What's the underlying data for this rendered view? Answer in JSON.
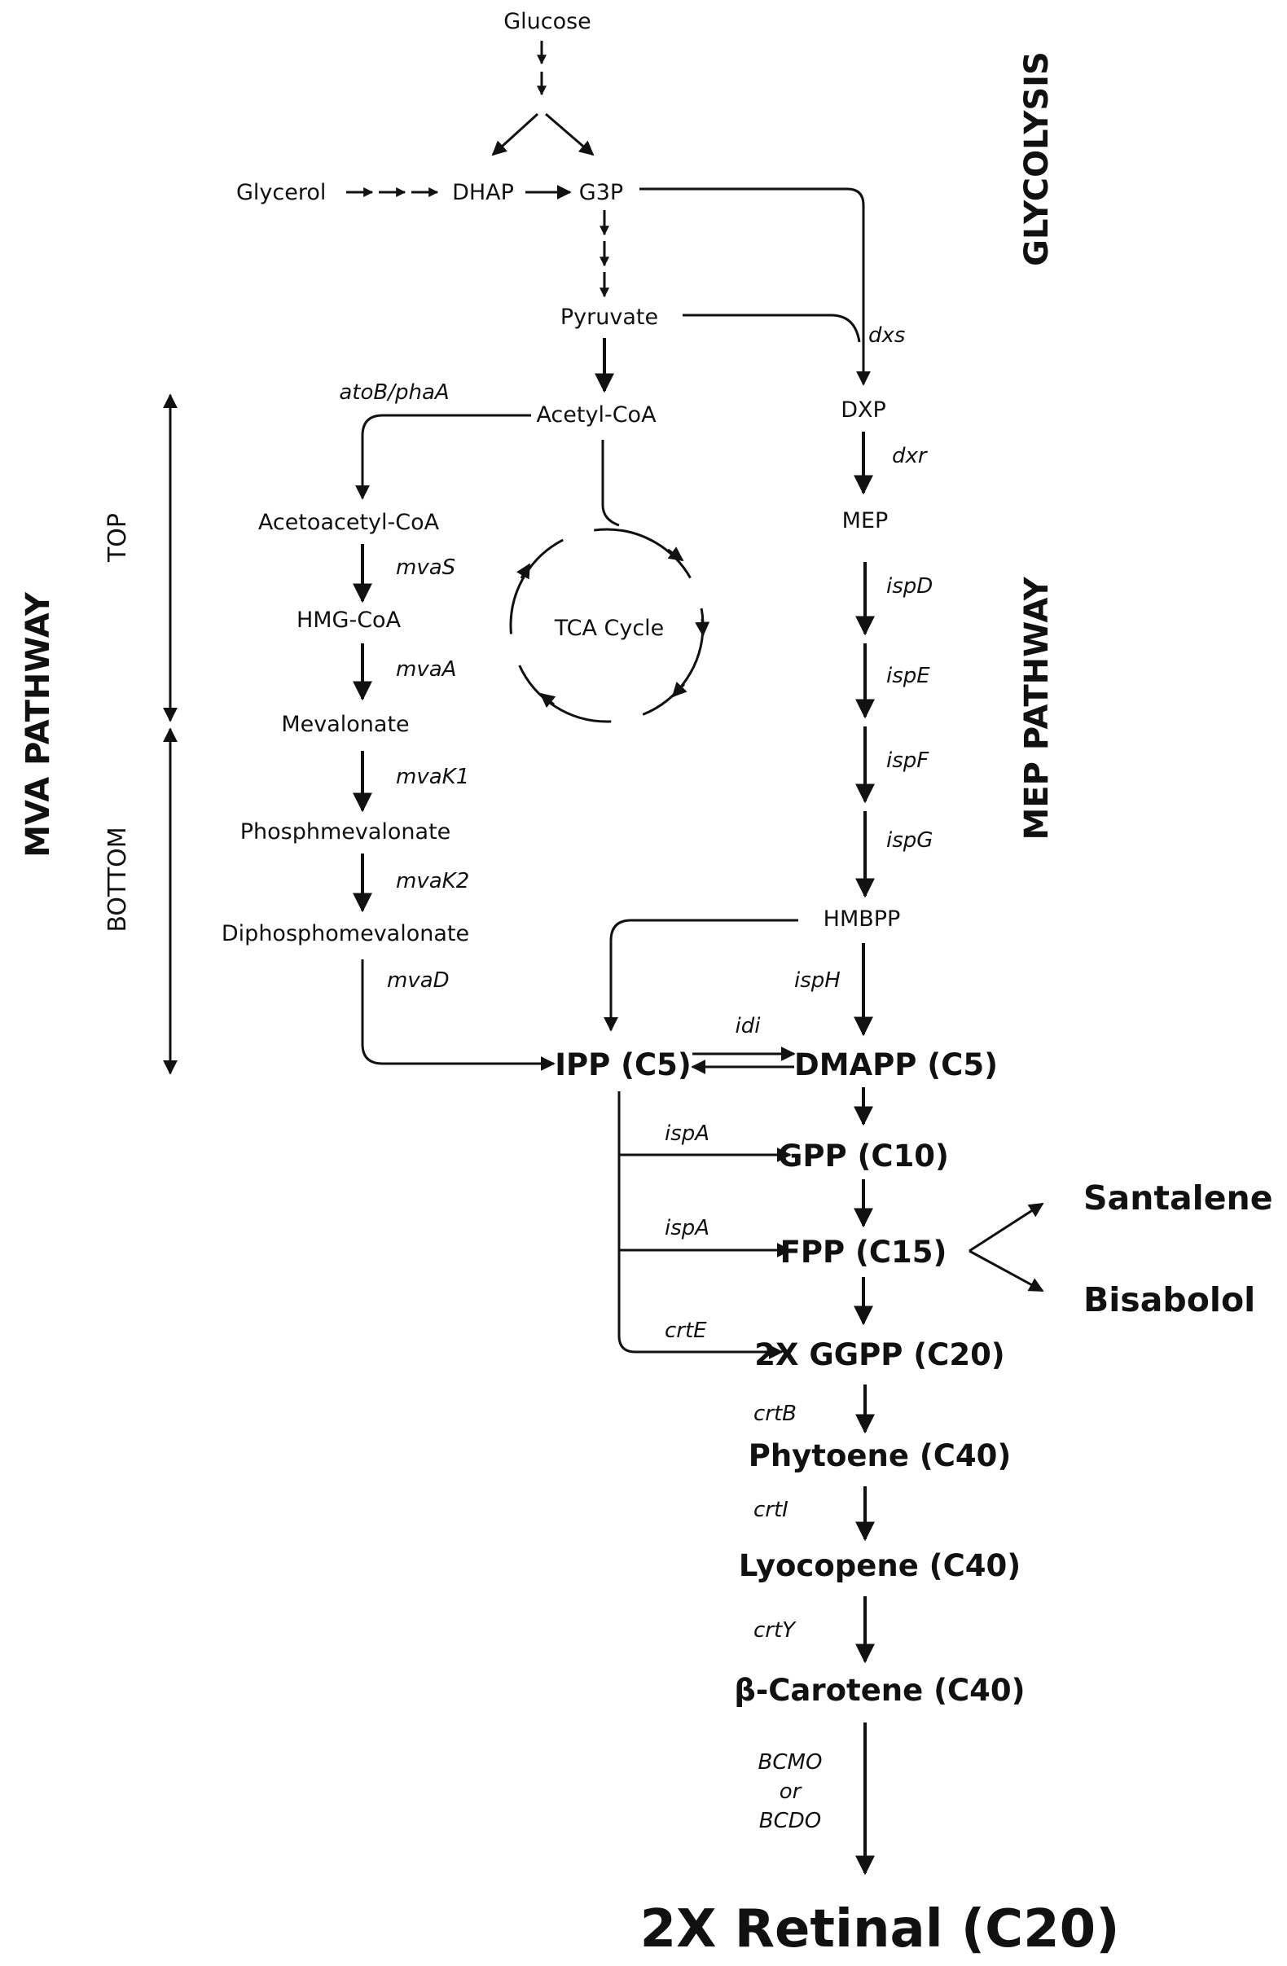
{
  "nodes": {
    "glucose": "Glucose",
    "glycerol": "Glycerol",
    "dhap": "DHAP",
    "g3p": "G3P",
    "pyruvate": "Pyruvate",
    "acetyl_coa": "Acetyl-CoA",
    "acetoacetyl_coa": "Acetoacetyl-CoA",
    "hmg_coa": "HMG-CoA",
    "mevalonate": "Mevalonate",
    "phosphomevalonate": "Phosphmevalonate",
    "diphosphomevalonate": "Diphosphomevalonate",
    "tca_cycle": "TCA Cycle",
    "dxp": "DXP",
    "mep": "MEP",
    "hmbpp": "HMBPP",
    "ipp": "IPP (C5)",
    "dmapp": "DMAPP (C5)",
    "gpp": "GPP (C10)",
    "fpp": "FPP (C15)",
    "santalene": "Santalene",
    "bisabolol": "Bisabolol",
    "ggpp": "2X GGPP (C20)",
    "phytoene": "Phytoene (C40)",
    "lycopene": "Lyocopene (C40)",
    "beta_carotene": "β-Carotene (C40)",
    "retinal": "2X Retinal (C20)"
  },
  "enzymes": {
    "atob_phaa": "atoB/phaA",
    "mvas": "mvaS",
    "mvaa": "mvaA",
    "mvak1": "mvaK1",
    "mvak2": "mvaK2",
    "mvad": "mvaD",
    "dxs": "dxs",
    "dxr": "dxr",
    "ispd": "ispD",
    "ispe": "ispE",
    "ispf": "ispF",
    "ispg": "ispG",
    "isph": "ispH",
    "idi": "idi",
    "ispa_1": "ispA",
    "ispa_2": "ispA",
    "crte": "crtE",
    "crtb": "crtB",
    "crti": "crtI",
    "crty": "crtY",
    "bcmo": "BCMO",
    "or": "or",
    "bcdo": "BCDO"
  },
  "sections": {
    "glycolysis": "GLYCOLYSIS",
    "mep_pathway": "MEP PATHWAY",
    "mva_pathway": "MVA PATHWAY",
    "top": "TOP",
    "bottom": "BOTTOM"
  }
}
